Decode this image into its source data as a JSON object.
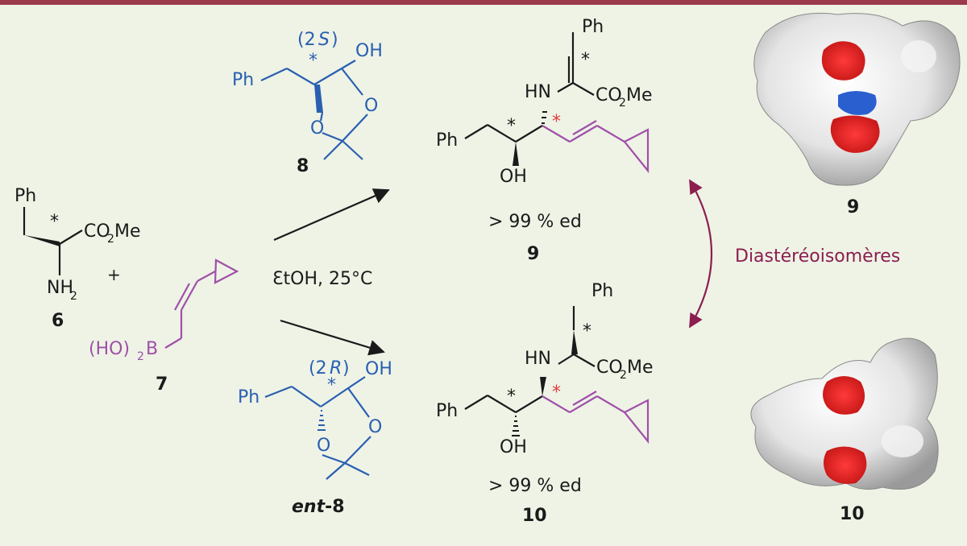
{
  "colors": {
    "top_band": "#9a3a4a",
    "black": "#1a1a1a",
    "blue": "#2a5fb0",
    "purple": "#a050a8",
    "red_star": "#e23b3b",
    "diastereo_arrow": "#8b1e4f"
  },
  "labels": {
    "ph": "Ph",
    "star": "*",
    "co2me_main": "CO",
    "co2me_sub": "2",
    "co2me_tail": "Me",
    "nh2_main": "NH",
    "nh2_sub": "2",
    "hn": "HN",
    "oh": "OH",
    "o": "O",
    "b": "B",
    "ho2_main": "(HO)",
    "ho2_sub": "2",
    "plus": "+",
    "stereo_2s_open": "(2",
    "stereo_2s_letter": "S",
    "stereo_2s_close": ")",
    "stereo_2r_open": "(2",
    "stereo_2r_letter": "R",
    "stereo_2r_close": ")"
  },
  "compounds": {
    "c6": "6",
    "c7": "7",
    "c8": "8",
    "ent8_prefix": "ent",
    "ent8_suffix": "-8",
    "c9": "9",
    "c10": "10",
    "c9_model": "9",
    "c10_model": "10"
  },
  "conditions": "ƐtOH,   25°C",
  "ed_9": "> 99 % ed",
  "ed_10": "> 99 % ed",
  "diastereo_label": "Diastéréoisomères"
}
